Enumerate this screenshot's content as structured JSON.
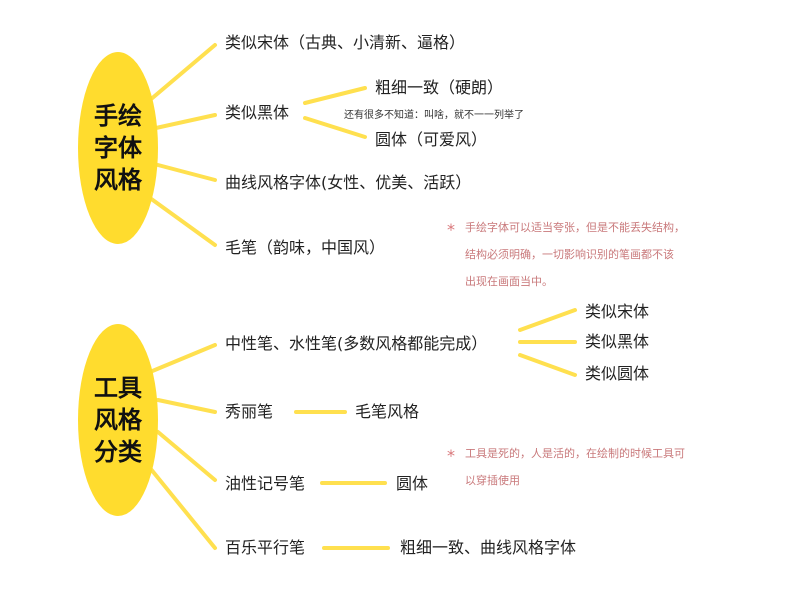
{
  "colors": {
    "hub": "#FFDC2E",
    "branch": "#FFE04F",
    "note": "#c9797b"
  },
  "map1": {
    "hub": [
      "手绘",
      "字体",
      "风格"
    ],
    "branches": [
      "类似宋体（古典、小清新、逼格）",
      "类似黑体",
      "曲线风格字体(女性、优美、活跃）",
      "毛笔（韵味，中国风）"
    ],
    "heiti_sub": [
      "粗细一致（硬朗）",
      "圆体（可爱风）"
    ],
    "heiti_aside": "还有很多不知道：叫啥，就不一一列举了",
    "note_star": "*",
    "note": [
      "手绘字体可以适当夸张，但是不能丢失结构，",
      "结构必须明确，一切影响识别的笔画都不该",
      "出现在画面当中。"
    ]
  },
  "map2": {
    "hub": [
      "工具",
      "风格",
      "分类"
    ],
    "branches": [
      "中性笔、水性笔(多数风格都能完成）",
      "秀丽笔",
      "油性记号笔",
      "百乐平行笔"
    ],
    "gel_sub": [
      "类似宋体",
      "类似黑体",
      "类似圆体"
    ],
    "xiuli_sub": "毛笔风格",
    "marker_sub": "圆体",
    "pilot_sub": "粗细一致、曲线风格字体",
    "note_star": "*",
    "note": [
      "工具是死的，人是活的，在绘制的时候工具可",
      "以穿插使用"
    ]
  }
}
